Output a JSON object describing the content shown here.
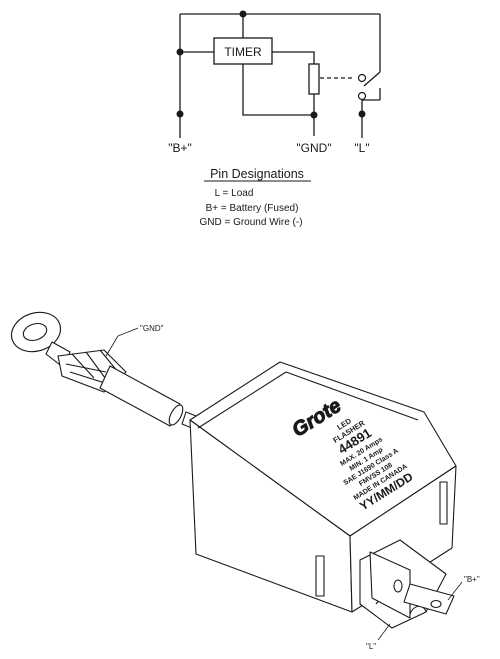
{
  "schematic": {
    "timer_label": "TIMER",
    "terminals": {
      "b_plus": "\"B+\"",
      "gnd": "\"GND\"",
      "l": "\"L\""
    }
  },
  "pin_designations": {
    "title": "Pin Designations",
    "lines": [
      "L = Load",
      "B+ = Battery (Fused)",
      "GND = Ground Wire (-)"
    ]
  },
  "device": {
    "logo": "Grote",
    "label_lines": [
      "LED",
      "FLASHER",
      "44891",
      "MAX. 20 Amps",
      "MIN. 1 Amp",
      "SAE J1690 Class A",
      "FMVSS 108",
      "MADE IN CANADA",
      "YY/MM/DD"
    ],
    "callouts": {
      "gnd": "\"GND\"",
      "b_plus": "\"B+\"",
      "l": "\"L\""
    }
  }
}
